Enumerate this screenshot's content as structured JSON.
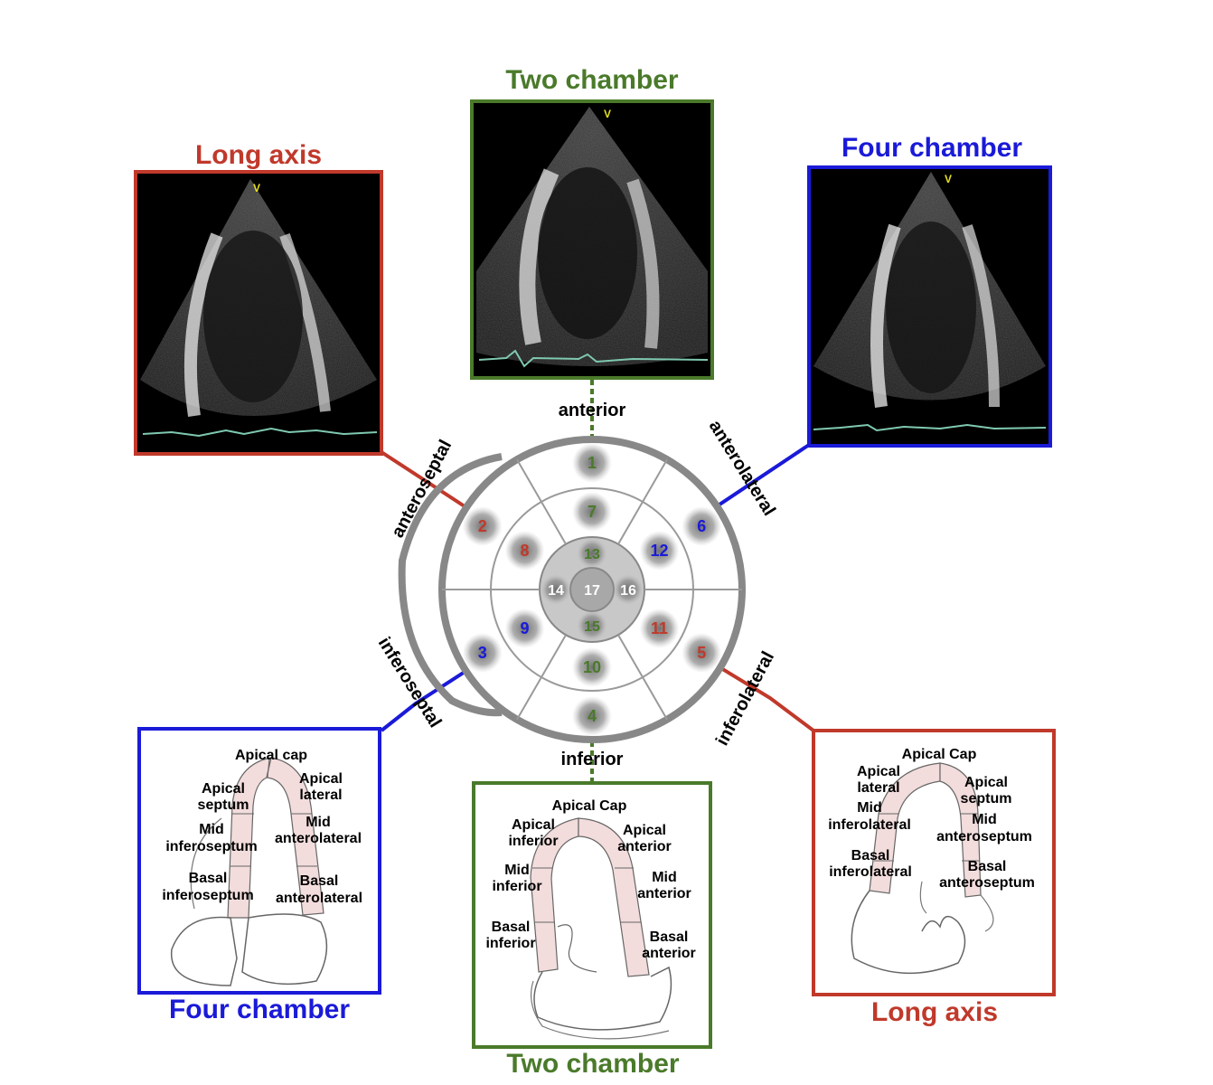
{
  "colors": {
    "long_axis": "#c0392b",
    "two_chamber": "#4a7a2a",
    "four_chamber": "#1a1ad8",
    "ring": "#888888",
    "segment_line": "#9a9a9a",
    "myocardium_fill": "#f3dcdc"
  },
  "top_views": {
    "long_axis": {
      "title": "Long axis",
      "marker": "V"
    },
    "two_chamber": {
      "title": "Two chamber",
      "marker": "V"
    },
    "four_chamber": {
      "title": "Four chamber",
      "marker": "V"
    }
  },
  "bottom_views": {
    "four_chamber": {
      "title": "Four chamber"
    },
    "two_chamber": {
      "title": "Two chamber"
    },
    "long_axis": {
      "title": "Long axis"
    }
  },
  "bullseye": {
    "walls": {
      "anterior": "anterior",
      "inferior": "inferior",
      "anteroseptal": "anteroseptal",
      "anterolateral": "anterolateral",
      "inferoseptal": "inferoseptal",
      "inferolateral": "inferolateral"
    },
    "segments": [
      {
        "num": "1",
        "view": "two_chamber"
      },
      {
        "num": "2",
        "view": "long_axis"
      },
      {
        "num": "3",
        "view": "four_chamber"
      },
      {
        "num": "4",
        "view": "two_chamber"
      },
      {
        "num": "5",
        "view": "long_axis"
      },
      {
        "num": "6",
        "view": "four_chamber"
      },
      {
        "num": "7",
        "view": "two_chamber"
      },
      {
        "num": "8",
        "view": "long_axis"
      },
      {
        "num": "9",
        "view": "four_chamber"
      },
      {
        "num": "10",
        "view": "two_chamber"
      },
      {
        "num": "11",
        "view": "long_axis"
      },
      {
        "num": "12",
        "view": "four_chamber"
      },
      {
        "num": "13",
        "view": "two_chamber"
      },
      {
        "num": "14",
        "view": "none"
      },
      {
        "num": "15",
        "view": "two_chamber"
      },
      {
        "num": "16",
        "view": "none"
      },
      {
        "num": "17",
        "view": "none"
      }
    ]
  },
  "schematics": {
    "four_chamber": {
      "apical_cap": "Apical cap",
      "apical_septum": [
        "Apical",
        "septum"
      ],
      "apical_lateral": [
        "Apical",
        "lateral"
      ],
      "mid_inferoseptum": [
        "Mid",
        "inferoseptum"
      ],
      "mid_anterolateral": [
        "Mid",
        "anterolateral"
      ],
      "basal_inferoseptum": [
        "Basal",
        "inferoseptum"
      ],
      "basal_anterolateral": [
        "Basal",
        "anterolateral"
      ]
    },
    "two_chamber": {
      "apical_cap": "Apical Cap",
      "apical_inferior": [
        "Apical",
        "inferior"
      ],
      "apical_anterior": [
        "Apical",
        "anterior"
      ],
      "mid_inferior": [
        "Mid",
        "inferior"
      ],
      "mid_anterior": [
        "Mid",
        "anterior"
      ],
      "basal_inferior": [
        "Basal",
        "inferior"
      ],
      "basal_anterior": [
        "Basal",
        "anterior"
      ]
    },
    "long_axis": {
      "apical_cap": "Apical Cap",
      "apical_lateral": [
        "Apical",
        "lateral"
      ],
      "apical_septum": [
        "Apical",
        "septum"
      ],
      "mid_inferolateral": [
        "Mid",
        "inferolateral"
      ],
      "mid_anteroseptum": [
        "Mid",
        "anteroseptum"
      ],
      "basal_inferolateral": [
        "Basal",
        "inferolateral"
      ],
      "basal_anteroseptum": [
        "Basal",
        "anteroseptum"
      ]
    }
  }
}
